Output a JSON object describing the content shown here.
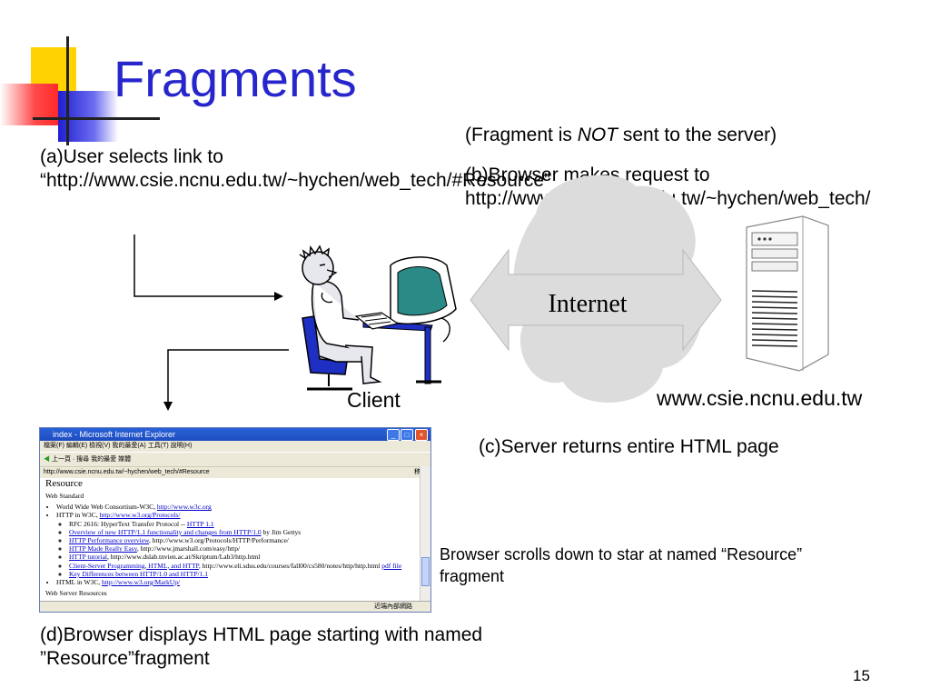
{
  "slide": {
    "title": "Fragments",
    "page_number": "15"
  },
  "note": {
    "prefix": "(Fragment is ",
    "emphasis": "NOT",
    "suffix": " sent to the server)"
  },
  "steps": {
    "a": "(a)User selects link to “http://www.csie.ncnu.edu.tw/~hychen/web_tech/#Resource”",
    "b": "(b)Browser makes request to http://www.csie.ncnu.edu.tw/~hychen/web_tech/",
    "c": "(c)Server returns entire HTML page",
    "d": "(d)Browser displays HTML page starting with named ”Resource”fragment"
  },
  "scroll_note": "Browser scrolls down to star at named “Resource” fragment",
  "labels": {
    "client": "Client",
    "server": "www.csie.ncnu.edu.tw",
    "internet": "Internet"
  },
  "colors": {
    "title": "#2626cc",
    "arrow_fill": "#dcdcdc",
    "deco_yellow": "#ffd200",
    "deco_red": "#ff2a2a",
    "deco_blue": "#1f1fcf"
  },
  "browser": {
    "window_title": "index - Microsoft Internet Explorer",
    "menu": "檔案(F)  編輯(E)  檢視(V)  我的最愛(A)  工具(T)  說明(H)",
    "toolbar": "上一頁  ·  搜尋  我的最愛  媒體",
    "address": "http://www.csie.ncnu.edu.tw/~hychen/web_tech/#Resource",
    "go": "移至",
    "heading": "Resource",
    "subheading": "Web Standard",
    "item1_text": "World Wide Web Consortium-W3C, ",
    "item1_link": "http://www.w3c.org",
    "item2_text": "HTTP in W3C, ",
    "item2_link": "http://www.w3.org/Protocols/",
    "sub1_text": "RFC 2616: HyperText Transfer Protocol -- ",
    "sub1_link": "HTTP 1.1",
    "sub2_link": "Overview of new HTTP/1.1 functionality and changes from HTTP/1.0",
    "sub2_text": " by Jim Gettys",
    "sub3_link": "HTTP Performance overview",
    "sub3_text": ", http://www.w3.org/Protocols/HTTP/Performance/",
    "sub4_link": "HTTP Made Really Easy",
    "sub4_text": ", http://www.jmarshall.com/easy/http/",
    "sub5_link": "HTTP tutorial",
    "sub5_text": ", http://www.dslab.tnvien.ac.at/Skriptum/Lab3/http.html",
    "sub6_link": "Client-Server Programming, HTML, and HTTP",
    "sub6_text": ", http://www.eli.sdsu.edu/courses/fall00/cs580/notes/http/http.html",
    "sub6_pdf": "pdf file",
    "sub7_link": "Key Differences between HTTP/1.0 and HTTP/1.1",
    "item3_text": "HTML in W3C, ",
    "item3_link": "http://www.w3.org/MarkUp/",
    "footer_heading": "Web Server Resources",
    "status": "近端內部網路"
  }
}
